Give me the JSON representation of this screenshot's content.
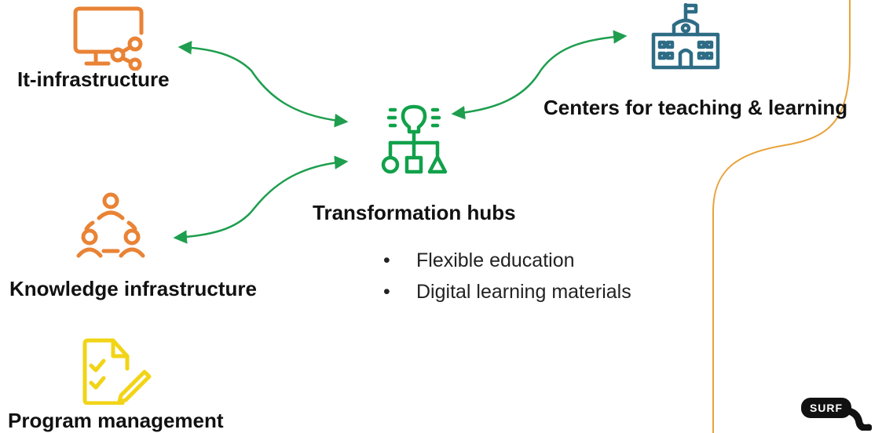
{
  "nodes": {
    "it_infrastructure": {
      "label": "It-infrastructure",
      "icon": "monitor-network-icon",
      "color": "#E98335"
    },
    "knowledge_infrastructure": {
      "label": "Knowledge infrastructure",
      "icon": "people-network-icon",
      "color": "#E98335"
    },
    "program_management": {
      "label": "Program management",
      "icon": "checklist-document-icon",
      "color": "#F2D417"
    },
    "transformation_hubs": {
      "label": "Transformation hubs",
      "icon": "idea-hierarchy-icon",
      "color": "#11A14A",
      "bullets": [
        "Flexible education",
        "Digital learning materials"
      ]
    },
    "centers_teaching_learning": {
      "label": "Centers for teaching & learning",
      "icon": "school-building-icon",
      "color": "#2E6C85"
    }
  },
  "colors": {
    "arrows": "#1E9E4E",
    "divider_line": "#E8A33A",
    "logo": "#111111"
  },
  "logo": {
    "text": "SURF"
  }
}
